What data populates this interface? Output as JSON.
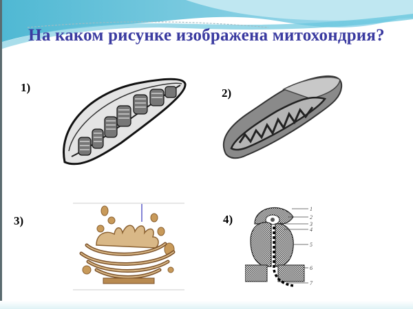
{
  "slide": {
    "title": "На каком рисунке изображена митохондрия?",
    "title_color": "#3a3aa0",
    "header_colors": [
      "#5bbfd6",
      "#8fd4e4",
      "#c7eaf2"
    ],
    "options": [
      {
        "label": "1)",
        "image": "chloroplast-drawing",
        "description": "Black-and-white sketch of chloroplast with grana stacks"
      },
      {
        "label": "2)",
        "image": "mitochondrion-drawing",
        "description": "Grayscale cutaway of mitochondrion showing cristae"
      },
      {
        "label": "3)",
        "image": "golgi-apparatus-illustration",
        "description": "Brown illustration of Golgi apparatus with vesicles"
      },
      {
        "label": "4)",
        "image": "ribosome-diagram",
        "description": "Hatched schematic of ribosome on membrane with polypeptide chain"
      }
    ],
    "diagram4_numbers": [
      "1",
      "2",
      "3",
      "4",
      "5",
      "6",
      "7"
    ]
  }
}
